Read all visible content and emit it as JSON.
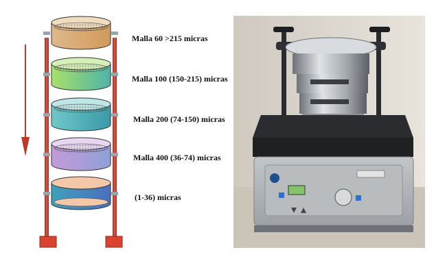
{
  "sieves": [
    {
      "label": "Malla 60 >215 micras",
      "top": "#e0b88a",
      "bottom": "#d09a5a",
      "inner": "#f2dcc0"
    },
    {
      "label": "Malla 100 (150-215) micras",
      "top": "#a8e06a",
      "bottom": "#4fb3a8",
      "inner": "#d6f0b8"
    },
    {
      "label": "Malla 200 (74-150) micras",
      "top": "#6fc8c8",
      "bottom": "#3a9aa8",
      "inner": "#bfe6e6"
    },
    {
      "label": "Malla 400 (36-74) micras",
      "top": "#c59ad8",
      "bottom": "#8fa0d8",
      "inner": "#e9d6f2"
    },
    {
      "label": "(1-36) micras",
      "top": "#3fa0b8",
      "bottom": "#4a6fc0",
      "inner": "#f2c8a8"
    }
  ],
  "colors": {
    "frame": "#c0392b",
    "arrow": "#c0392b",
    "clamp": "#9aa5ad"
  },
  "photo": {
    "description_icon": "sieve-shaker-photo"
  }
}
